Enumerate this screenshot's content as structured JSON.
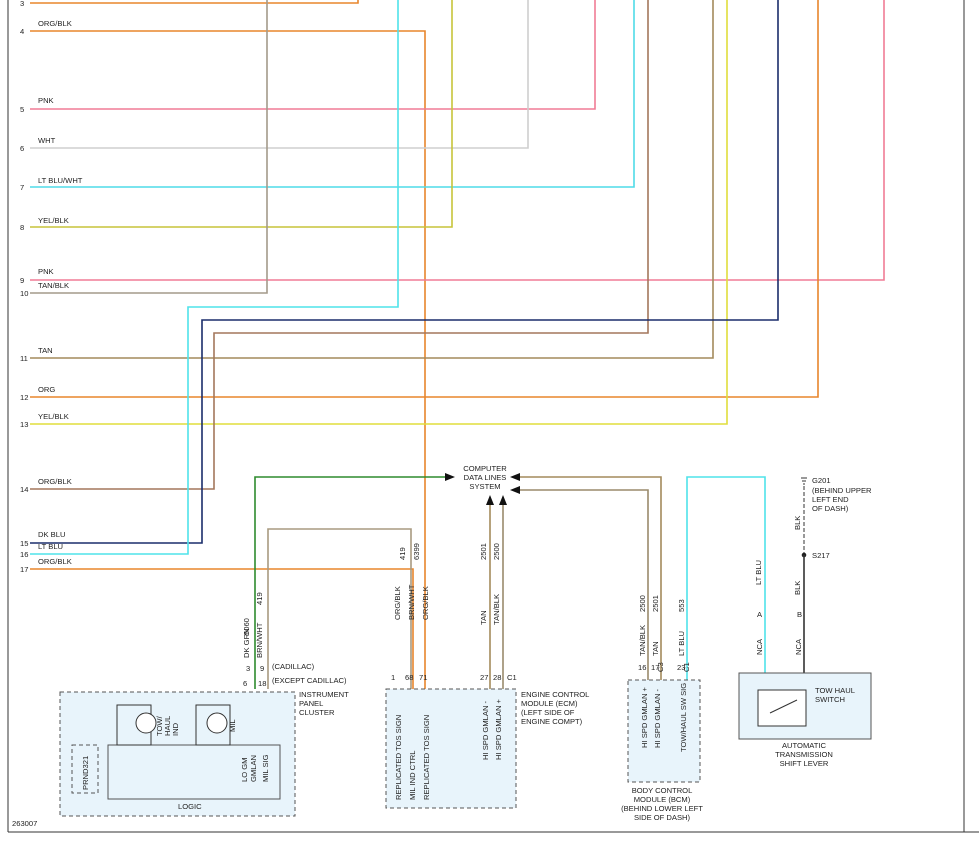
{
  "wires": [
    {
      "pin": "3",
      "name": "",
      "color": "#e8852c"
    },
    {
      "pin": "4",
      "name": "ORG/BLK",
      "color": "#e8852c"
    },
    {
      "pin": "5",
      "name": "PNK",
      "color": "#f07c95"
    },
    {
      "pin": "6",
      "name": "WHT",
      "color": "#cfcfcf"
    },
    {
      "pin": "7",
      "name": "LT BLU/WHT",
      "color": "#4fdbe8"
    },
    {
      "pin": "8",
      "name": "YEL/BLK",
      "color": "#c7c43a"
    },
    {
      "pin": "9",
      "name": "PNK",
      "color": "#f07c95"
    },
    {
      "pin": "10",
      "name": "TAN/BLK",
      "color": "#a39a8a"
    },
    {
      "pin": "11",
      "name": "TAN",
      "color": "#a38a5c"
    },
    {
      "pin": "12",
      "name": "ORG",
      "color": "#e8852c"
    },
    {
      "pin": "13",
      "name": "YEL/BLK",
      "color": "#e0de3c"
    },
    {
      "pin": "14",
      "name": "ORG/BLK",
      "color": "#a3775b"
    },
    {
      "pin": "15",
      "name": "DK BLU",
      "color": "#1a2d6b"
    },
    {
      "pin": "16",
      "name": "LT BLU",
      "color": "#4fe3ea"
    },
    {
      "pin": "17",
      "name": "ORG/BLK",
      "color": "#e8852c"
    }
  ],
  "data_lines": {
    "line1": "COMPUTER",
    "line2": "DATA LINES",
    "line3": "SYSTEM"
  },
  "ipc": {
    "circuits": [
      "5060",
      "419"
    ],
    "wire_names": [
      "DK GRN",
      "BRN/WHT"
    ],
    "pins_cadillac": [
      "3",
      "9"
    ],
    "pins_except": [
      "6",
      "18",
      "6"
    ],
    "label_cadillac": "(CADILLAC)",
    "label_except": "(EXCEPT CADILLAC)",
    "name": [
      "INSTRUMENT",
      "PANEL",
      "CLUSTER"
    ],
    "tow_lamp": [
      "TOW/",
      "HAUL",
      "IND"
    ],
    "mil_lamp": "MIL",
    "prnd": "PRND321",
    "gm_lan": [
      "LO GM",
      "GMLAN"
    ],
    "mil_sig": "MIL SIG",
    "logic": "LOGIC"
  },
  "ecm": {
    "circuits": [
      "419",
      "6399"
    ],
    "wire_names": [
      "ORG/BLK",
      "BRN/WHT",
      "ORG/BLK"
    ],
    "pins": [
      "1",
      "68",
      "71"
    ],
    "signals": [
      "REPLICATED TOS SIGN",
      "MIL IND CTRL",
      "REPLICATED TOS SIGN"
    ],
    "lan_circuits": [
      "2501",
      "2500"
    ],
    "lan_wires": [
      "TAN",
      "TAN/BLK"
    ],
    "lan_pins": [
      "27",
      "28"
    ],
    "lan_signals": [
      "HI SPD GMLAN -",
      "HI SPD GMLAN +"
    ],
    "connector": "C1",
    "name": [
      "ENGINE CONTROL",
      "MODULE (ECM)",
      "(LEFT SIDE OF",
      "ENGINE COMPT)"
    ]
  },
  "bcm": {
    "circuits": [
      "2500",
      "2501",
      "553"
    ],
    "wire_names": [
      "TAN/BLK",
      "TAN",
      "LT BLU"
    ],
    "pins": [
      "16",
      "17",
      "23"
    ],
    "connectors": [
      "C3",
      "C1"
    ],
    "signals": [
      "HI SPD GMLAN +",
      "HI SPD GMLAN -",
      "TOW/HAUL SW SIG"
    ],
    "name": [
      "BODY CONTROL",
      "MODULE (BCM)",
      "(BEHIND LOWER LEFT",
      "SIDE OF DASH)"
    ]
  },
  "switch": {
    "ground": [
      "G201",
      "(BEHIND UPPER",
      "LEFT END",
      "OF DASH)"
    ],
    "splice": "S217",
    "wire_top": "BLK",
    "wires": [
      "LT BLU",
      "BLK"
    ],
    "pins": [
      "A",
      "B"
    ],
    "nca": [
      "NCA",
      "NCA"
    ],
    "label": [
      "TOW HAUL",
      "SWITCH"
    ],
    "lever": [
      "AUTOMATIC",
      "TRANSMISSION",
      "SHIFT LEVER"
    ]
  },
  "figure_id": "263007"
}
